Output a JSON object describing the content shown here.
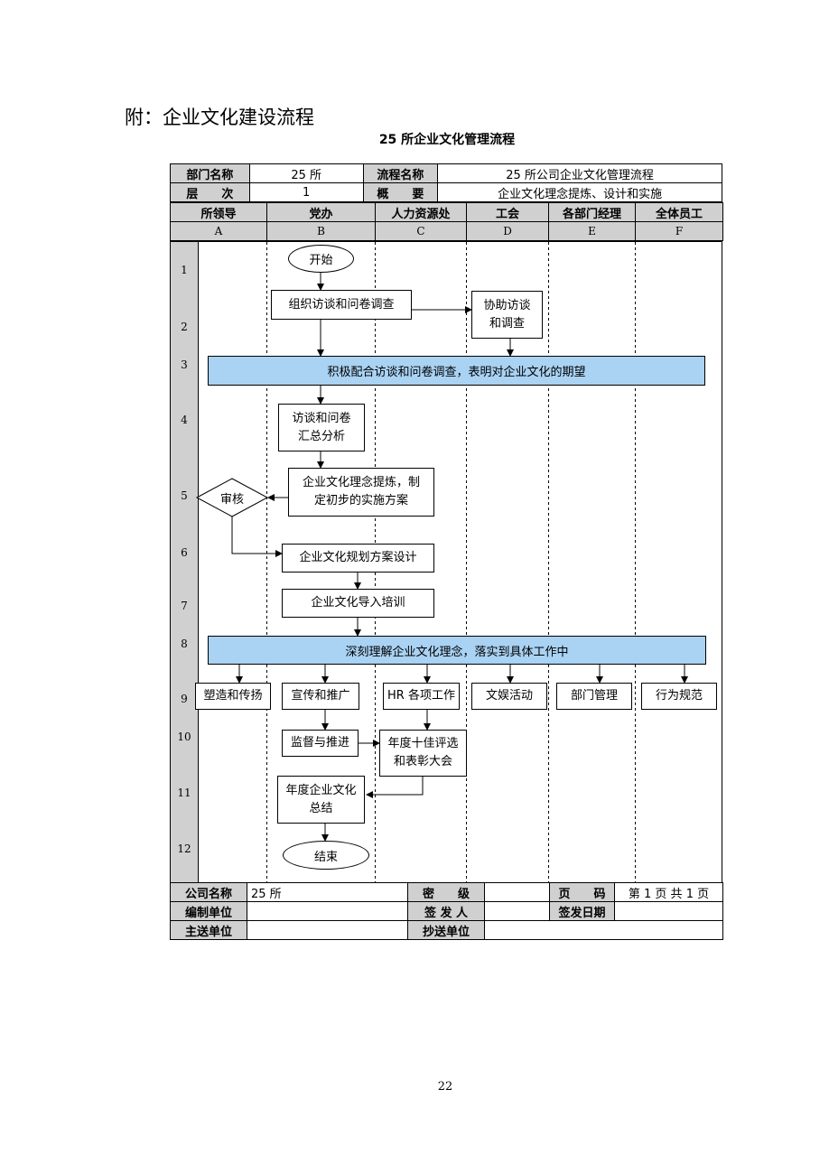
{
  "section_title": "附：企业文化建设流程",
  "chart_title": "25 所企业文化管理流程",
  "header": {
    "dept_name_label": "部门名称",
    "dept_name_value": "25 所",
    "process_name_label": "流程名称",
    "process_name_value": "25 所公司企业文化管理流程",
    "level_label": "层　　次",
    "level_value": "1",
    "summary_label": "概　　要",
    "summary_value": "企业文化理念提炼、设计和实施"
  },
  "lanes": [
    {
      "name": "所领导",
      "letter": "A"
    },
    {
      "name": "党办",
      "letter": "B"
    },
    {
      "name": "人力资源处",
      "letter": "C"
    },
    {
      "name": "工会",
      "letter": "D"
    },
    {
      "name": "各部门经理",
      "letter": "E"
    },
    {
      "name": "全体员工",
      "letter": "F"
    }
  ],
  "row_numbers": [
    "1",
    "2",
    "3",
    "4",
    "5",
    "6",
    "7",
    "8",
    "9",
    "10",
    "11",
    "12"
  ],
  "nodes": {
    "start": "开始",
    "interview_survey": "组织访谈和问卷调查",
    "assist_survey": "协助访谈\n和调查",
    "banner_cooperate": "积极配合访谈和问卷调查，表明对企业文化的期望",
    "summary_analysis": "访谈和问卷\n汇总分析",
    "refine_concept": "企业文化理念提炼，制\n定初步的实施方案",
    "review": "审核",
    "plan_design": "企业文化规划方案设计",
    "training": "企业文化导入培训",
    "banner_understand": "深刻理解企业文化理念，落实到具体工作中",
    "shape_spread": "塑造和传扬",
    "publicize": "宣传和推广",
    "hr_work": "HR 各项工作",
    "recreation": "文娱活动",
    "dept_manage": "部门管理",
    "behavior": "行为规范",
    "supervise": "监督与推进",
    "annual_award": "年度十佳评选\n和表彰大会",
    "annual_summary": "年度企业文化\n总结",
    "end": "结束"
  },
  "footer": {
    "company_label": "公司名称",
    "company_value": "25 所",
    "secret_label": "密　　级",
    "secret_value": "",
    "page_label": "页　　码",
    "page_value": "第 1 页  共 1 页",
    "compile_label": "编制单位",
    "compile_value": "",
    "signer_label": "签 发 人",
    "signer_value": "",
    "sign_date_label": "签发日期",
    "sign_date_value": "",
    "main_send_label": "主送单位",
    "main_send_value": "",
    "cc_label": "抄送单位",
    "cc_value": ""
  },
  "colors": {
    "banner": "#a9d2f3",
    "header_gray": "#d0d0d0"
  },
  "page_number": "22"
}
